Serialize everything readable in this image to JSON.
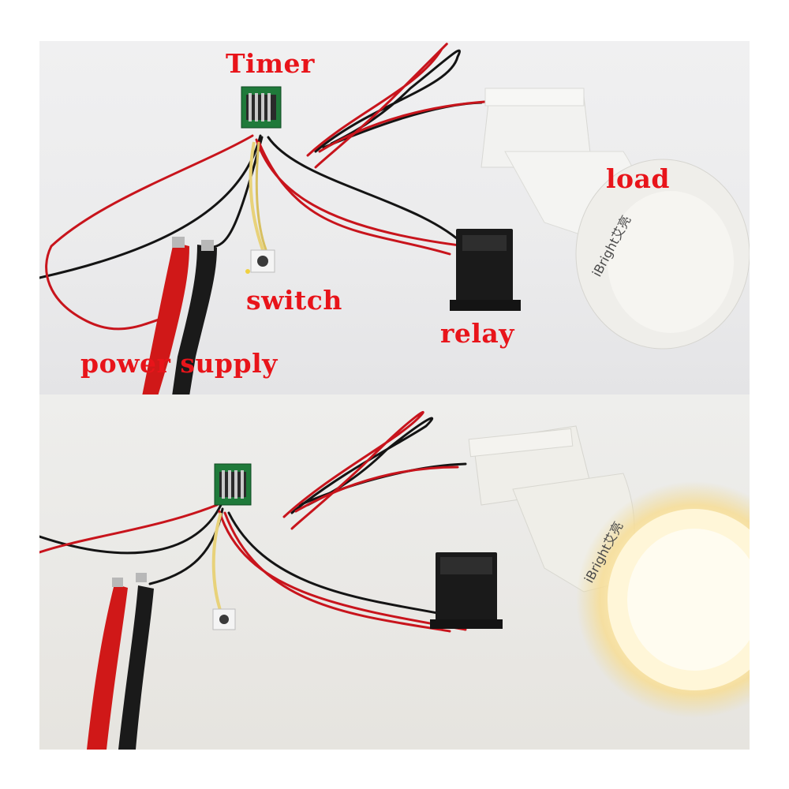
{
  "labels": {
    "timer": "Timer",
    "load": "load",
    "switch": "switch",
    "relay": "relay",
    "power_supply": "power supply"
  },
  "bulb_brand": "iBright艾亮",
  "colors": {
    "label_red": "#e8141a",
    "wire_red": "#c8141c",
    "wire_black": "#141414",
    "pcb_green": "#1f7a3a",
    "relay_black": "#1a1a1a",
    "glow": "#fff3c4"
  },
  "panels": [
    {
      "name": "bulb-off",
      "state": "off"
    },
    {
      "name": "bulb-on",
      "state": "on"
    }
  ]
}
